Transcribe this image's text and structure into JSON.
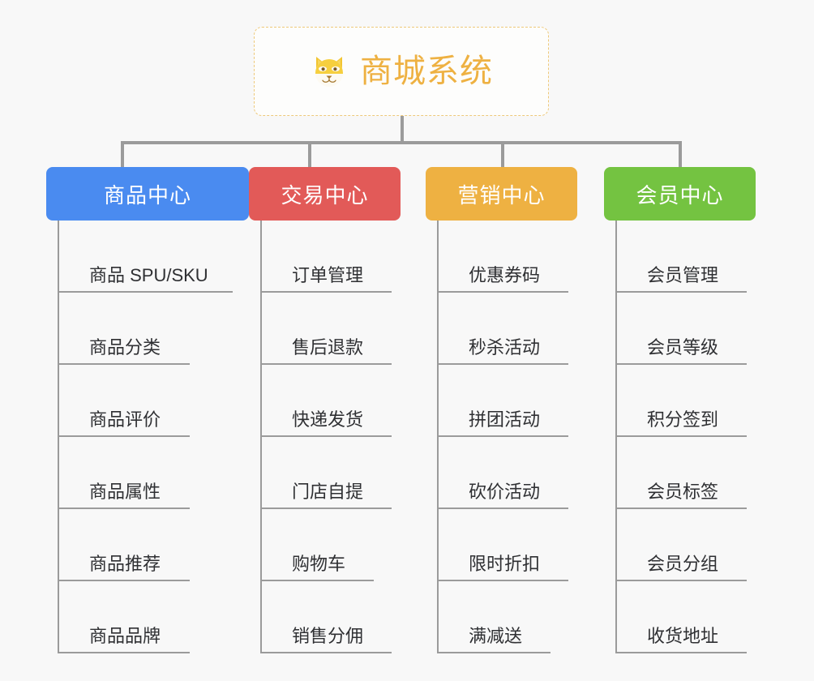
{
  "background_color": "#f8f8f8",
  "root": {
    "title": "商城系统",
    "icon": "shiba-dog-face-icon",
    "text_color": "#eeb142",
    "border_color": "#eec97a"
  },
  "connector_color": "#9b9b9b",
  "columns": [
    {
      "title": "商品中心",
      "color": "#4a8bf0",
      "color_class": "cat-blue",
      "items": [
        "商品 SPU/SKU",
        "商品分类",
        "商品评价",
        "商品属性",
        "商品推荐",
        "商品品牌"
      ]
    },
    {
      "title": "交易中心",
      "color": "#e25a58",
      "color_class": "cat-red",
      "items": [
        "订单管理",
        "售后退款",
        "快递发货",
        "门店自提",
        "购物车",
        "销售分佣"
      ]
    },
    {
      "title": "营销中心",
      "color": "#eeb142",
      "color_class": "cat-orange",
      "items": [
        "优惠券码",
        "秒杀活动",
        "拼团活动",
        "砍价活动",
        "限时折扣",
        "满减送"
      ]
    },
    {
      "title": "会员中心",
      "color": "#74c341",
      "color_class": "cat-green",
      "items": [
        "会员管理",
        "会员等级",
        "积分签到",
        "会员标签",
        "会员分组",
        "收货地址"
      ]
    }
  ]
}
